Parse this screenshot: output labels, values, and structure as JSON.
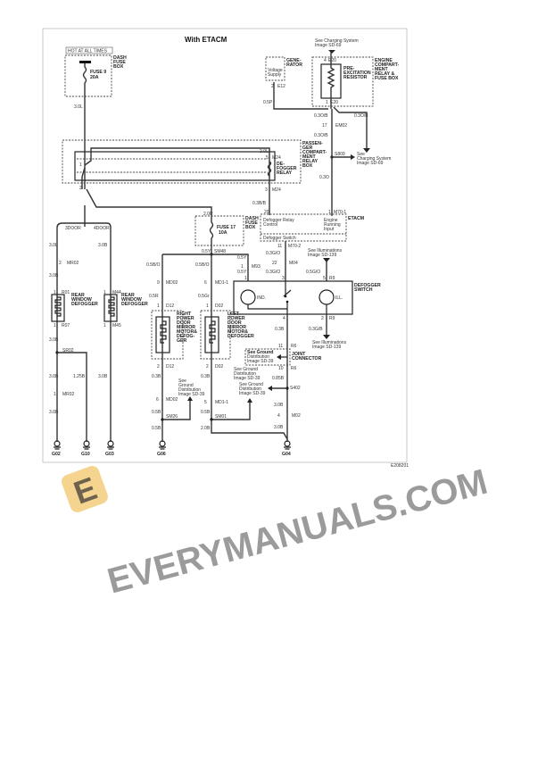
{
  "title": "With ETACM",
  "figure_code": "E208201",
  "watermark": "EVERYMANUALS.COM",
  "colors": {
    "wire": "#333333",
    "watermark": "#8a8a8a",
    "logo": "#f2c56b"
  },
  "top_left": {
    "hot": "HOT AT ALL TIMES",
    "fuse": "FUSE 9",
    "fuse_rating": "20A",
    "box": [
      "DASH",
      "FUSE",
      "BOX"
    ],
    "wire": "3.0L"
  },
  "top_right": {
    "see_charging": [
      "See Charging System",
      "Image SD-69"
    ],
    "generator": [
      "GENE-",
      "RATOR"
    ],
    "voltage": [
      "Voltage",
      "Supply"
    ],
    "gen_pin": "2",
    "gen_conn": "E12",
    "gen_wire": "0.5P",
    "e20_top": "4",
    "e20_top_conn": "E20",
    "resistor": [
      "PRE-",
      "EXCITATION",
      "RESISTOR"
    ],
    "box": [
      "ENGINE",
      "COMPART-",
      "MENT",
      "RELAY &",
      "FUSE BOX"
    ],
    "e20_bot": "1",
    "e20_bot_conn": "E20",
    "wire1": "0.3O/B",
    "wire2": "0.3O/B",
    "em02_pin": "17",
    "em02": "EM02",
    "wire3": "0.3O/B",
    "s809": "S809",
    "see_charging2": [
      "See",
      "Charging System",
      "Image SD-69"
    ],
    "wire4": "0.3O"
  },
  "relay_box": {
    "name": [
      "PASSEN-",
      "GER",
      "COMPART-",
      "MENT",
      "RELAY",
      "BOX"
    ],
    "relay": [
      "DE-",
      "FOGGER",
      "RELAY"
    ],
    "wire_top": "2.0L",
    "m24_top_pin": "5",
    "m24_top": "M24",
    "m24_bot_pin": "3",
    "m24_bot": "M24",
    "pin1": "1",
    "pin2": "2",
    "wire_bot": "0.3B/B"
  },
  "etacm": {
    "name": "ETACM",
    "pin20": "20",
    "pin1": "1",
    "m70_1": "M70-1",
    "relay_ctrl": [
      "Defogger Relay",
      "Control"
    ],
    "engine": [
      "Engine",
      "Running",
      "Input"
    ],
    "switch": "Defogger Switch",
    "pin11": "11",
    "m70_2": "M70-2"
  },
  "fuse17": {
    "wire_in": "2.0R",
    "name": "FUSE 17",
    "rating": "10A",
    "box": [
      "DASH",
      "FUSE",
      "BOX"
    ],
    "wire_out": "0.5Y",
    "splice": "SM48"
  },
  "switch": {
    "wire1": "0.5Y",
    "m93_pin": "1",
    "m93": "M93",
    "wire2": "0.5Y",
    "pin1": "1",
    "wire3": "0.3G/O",
    "m04_pin": "22",
    "m04": "M04",
    "wire4": "0.3G/O",
    "pin3": "3",
    "see_illum": [
      "See Illuminations",
      "Image SD-139"
    ],
    "wire5": "0.5G/O",
    "pin5": "5",
    "r9": "R9",
    "ind": "IND.",
    "ill": "ILL.",
    "name": [
      "DEFOGGER",
      "SWITCH"
    ],
    "pin4": "4",
    "pin2": "2",
    "r9b": "R9",
    "wire6": "0.3B",
    "wire7": "0.3G/B",
    "see_illum2": [
      "See Illuminations",
      "Image SD-139"
    ]
  },
  "ground_right": {
    "r6_top_pin": "11",
    "r6_top": "R6",
    "joint": [
      "JOINT",
      "CONNECTOR"
    ],
    "see_gd": [
      "See Ground",
      "Distribution",
      "Image SD-39"
    ],
    "r6_bot_pin": "10",
    "r6_bot": "R6",
    "wire1": "0.85B",
    "s402": "S402",
    "see_gd2": [
      "See Ground",
      "Distribution",
      "Image SD-39"
    ],
    "wire2": "3.0B",
    "m02_pin": "4",
    "m02": "M02",
    "wire3": "3.0B",
    "ground": "G04"
  },
  "rear": {
    "door3": "3DOOR",
    "door4": "4DOOR",
    "l_wire1": "3.0L",
    "mr02_pin": "2",
    "mr02": "MR02",
    "l_wire2": "3.0B",
    "r01_pin": "1",
    "r01": "R01",
    "defogger": [
      "REAR",
      "WINDOW",
      "DEFOGGER"
    ],
    "r07_pin": "1",
    "r07": "R07",
    "l_wire3": "3.0B",
    "sr02": "SR02",
    "l_wire4": "3.0B",
    "mr02b_pin": "1",
    "mr02b": "MR02",
    "l_wire5": "3.0B",
    "g02": "G02",
    "branch_wire": "1.25B",
    "g10": "G10",
    "r_wire1": "3.0B",
    "m44_pin": "1",
    "m44": "M44",
    "defogger2": [
      "REAR",
      "WINDOW",
      "DEFOGGER"
    ],
    "m45_pin": "1",
    "m45": "M45",
    "r_wire2": "3.0B",
    "g03": "G03"
  },
  "mirrors": {
    "r_wire1": "0.5B/O",
    "md02_pin": "9",
    "md02": "MD02",
    "r_wire2": "0.5R",
    "d12_pin": "1",
    "d12": "D12",
    "right": [
      "RIGHT",
      "POWER",
      "DOOR",
      "MIRROR",
      "MOTOR&",
      "DEFOG-",
      "GER"
    ],
    "d12b_pin": "2",
    "d12b": "D12",
    "r_wire3": "0.3B",
    "see_gd": [
      "See",
      "Ground",
      "Distribution",
      "Image SD-39"
    ],
    "md02b_pin": "6",
    "md02b": "MD02",
    "r_wire4": "0.5B",
    "sm26": "SM26",
    "r_wire5": "0.5B",
    "g06": "G06",
    "l_wire1": "0.5B/O",
    "md11_pin": "6",
    "md11": "MD1-1",
    "l_wire2": "0.5Gr",
    "d02_pin": "1",
    "d02": "D02",
    "left": [
      "LEFT",
      "POWER",
      "DOOR",
      "MIRROR",
      "MOTOR&",
      "DEFOGGER"
    ],
    "d02b_pin": "2",
    "d02b": "D02",
    "l_wire3": "0.3B",
    "see_gd2": [
      "See Ground",
      "Distribution",
      "Image SD-39"
    ],
    "md11b_pin": "5",
    "md11b": "MD1-1",
    "l_wire4": "0.5B",
    "sm01": "SM01",
    "l_wire5": "2.0B"
  }
}
